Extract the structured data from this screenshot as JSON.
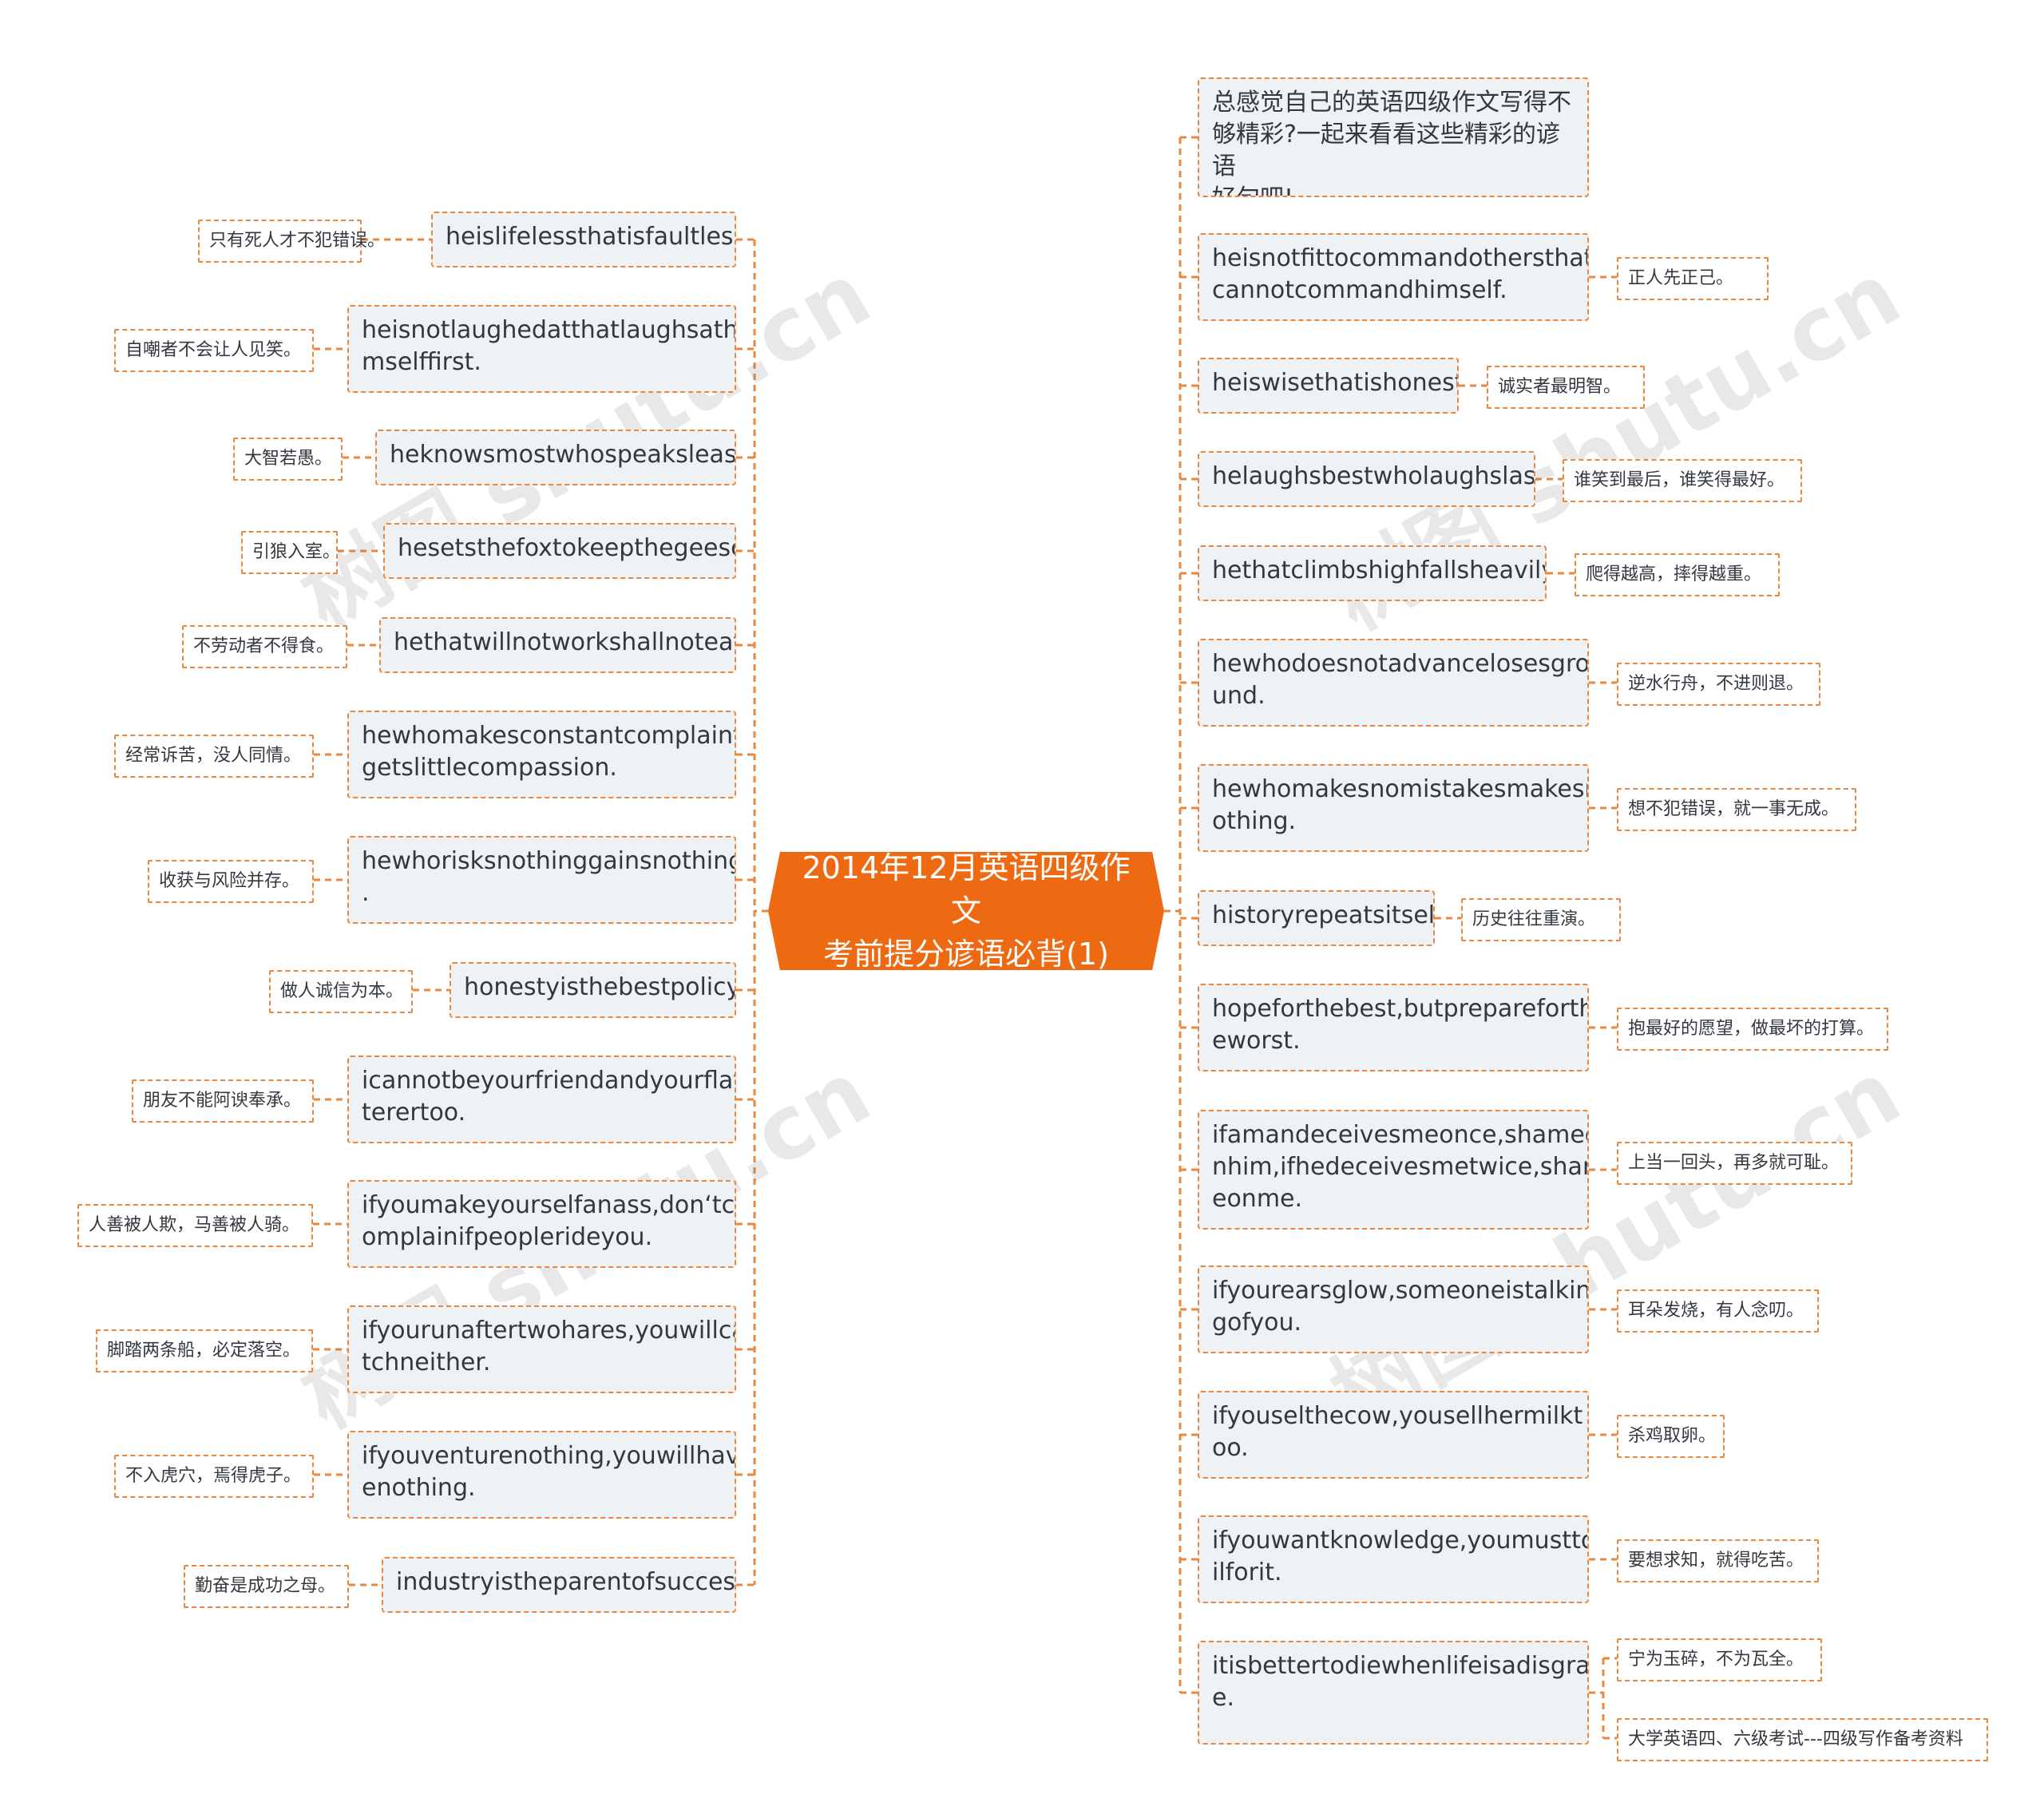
{
  "root": {
    "title": "2014年12月英语四级作文\n考前提分谚语必背(1)"
  },
  "watermark": "树图 shutu.cn",
  "colors": {
    "accent": "#ee6a12",
    "connector": "#e9873e",
    "node_bg": "#eff2f5"
  },
  "left": [
    {
      "text": "heislifelessthatisfaultless.",
      "note": "只有死人才不犯错误。"
    },
    {
      "text": "heisnotlaughedatthatlaughsathi\nmselffirst.",
      "note": "自嘲者不会让人见笑。"
    },
    {
      "text": "heknowsmostwhospeaksleast.",
      "note": "大智若愚。"
    },
    {
      "text": "hesetsthefoxtokeepthegeese.",
      "note": "引狼入室。"
    },
    {
      "text": "hethatwillnotworkshallnoteat.",
      "note": "不劳动者不得食。"
    },
    {
      "text": "hewhomakesconstantcomplaint\ngetslittlecompassion.",
      "note": "经常诉苦，没人同情。"
    },
    {
      "text": "hewhorisksnothinggainsnothing\n.",
      "note": "收获与风险并存。"
    },
    {
      "text": "honestyisthebestpolicy.",
      "note": "做人诚信为本。"
    },
    {
      "text": "icannotbeyourfriendandyourflat\nterertoo.",
      "note": "朋友不能阿谀奉承。"
    },
    {
      "text": "ifyoumakeyourselfanass,don‘tc\nomplainifpeoplerideyou.",
      "note": "人善被人欺，马善被人骑。"
    },
    {
      "text": "ifyourunaftertwohares,youwillca\ntchneither.",
      "note": "脚踏两条船，必定落空。"
    },
    {
      "text": "ifyouventurenothing,youwillhav\nenothing.",
      "note": "不入虎穴，焉得虎子。"
    },
    {
      "text": "industryistheparentofsuccess.",
      "note": "勤奋是成功之母。"
    }
  ],
  "right": [
    {
      "text": "总感觉自己的英语四级作文写得不\n够精彩?一起来看看这些精彩的谚语\n好句吧!",
      "notes": []
    },
    {
      "text": "heisnotfittocommandothersthat\ncannotcommandhimself.",
      "notes": [
        "正人先正己。"
      ]
    },
    {
      "text": "heiswisethatishonest.",
      "notes": [
        "诚实者最明智。"
      ]
    },
    {
      "text": "helaughsbestwholaughslast.",
      "notes": [
        "谁笑到最后，谁笑得最好。"
      ]
    },
    {
      "text": "hethatclimbshighfallsheavily.",
      "notes": [
        "爬得越高，摔得越重。"
      ]
    },
    {
      "text": "hewhodoesnotadvancelosesgro\nund.",
      "notes": [
        "逆水行舟，不进则退。"
      ]
    },
    {
      "text": "hewhomakesnomistakesmakesn\nothing.",
      "notes": [
        "想不犯错误，就一事无成。"
      ]
    },
    {
      "text": "historyrepeatsitself.",
      "notes": [
        "历史往往重演。"
      ]
    },
    {
      "text": "hopeforthebest,butprepareforth\neworst.",
      "notes": [
        "抱最好的愿望，做最坏的打算。"
      ]
    },
    {
      "text": "ifamandeceivesmeonce,shameo\nnhim,ifhedeceivesmetwice,sham\neonme.",
      "notes": [
        "上当一回头，再多就可耻。"
      ]
    },
    {
      "text": "ifyourearsglow,someoneistalkin\ngofyou.",
      "notes": [
        "耳朵发烧，有人念叨。"
      ]
    },
    {
      "text": "ifyouselthecow,yousellhermilkt\noo.",
      "notes": [
        "杀鸡取卵。"
      ]
    },
    {
      "text": "ifyouwantknowledge,youmustto\nilforit.",
      "notes": [
        "要想求知，就得吃苦。"
      ]
    },
    {
      "text": "itisbettertodiewhenlifeisadisgrac\ne.",
      "notes": [
        "宁为玉碎，不为瓦全。",
        "大学英语四、六级考试---四级写作备考资料"
      ]
    }
  ]
}
